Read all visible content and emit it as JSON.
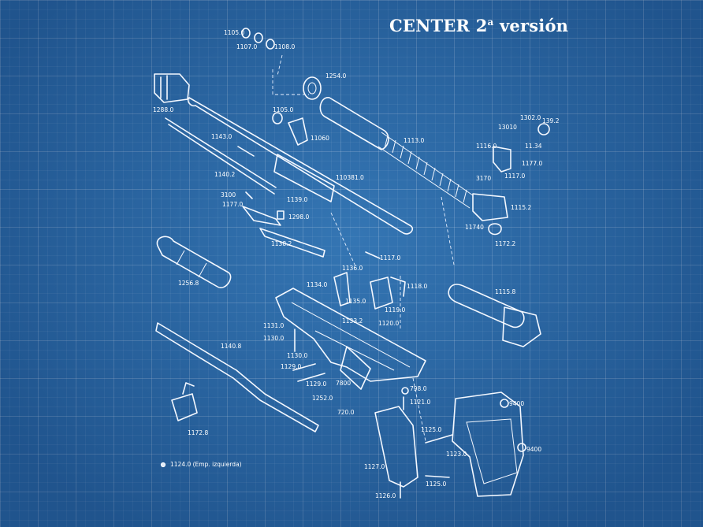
{
  "title": {
    "main": "CENTER 2",
    "sup": "a",
    "suffix": " versión"
  },
  "parts": [
    {
      "id": "p1105a",
      "label": "1105.0"
    },
    {
      "id": "p1107",
      "label": "1107.0"
    },
    {
      "id": "p1108",
      "label": "1108.0"
    },
    {
      "id": "p1254",
      "label": "1254.0"
    },
    {
      "id": "p1288",
      "label": "1288.0"
    },
    {
      "id": "p1105b",
      "label": "1105.0"
    },
    {
      "id": "p1106",
      "label": "11060"
    },
    {
      "id": "p1143",
      "label": "1143.0"
    },
    {
      "id": "p1140",
      "label": "1140.2"
    },
    {
      "id": "p3100",
      "label": "3100"
    },
    {
      "id": "p1177",
      "label": "1177.0"
    },
    {
      "id": "p1139",
      "label": "1139.0"
    },
    {
      "id": "p1103",
      "label": "110381.0"
    },
    {
      "id": "p1298",
      "label": "1298.0"
    },
    {
      "id": "p1113",
      "label": "1113.0"
    },
    {
      "id": "p1302",
      "label": "1302.0"
    },
    {
      "id": "p1392",
      "label": "139.2"
    },
    {
      "id": "p1301",
      "label": "13010"
    },
    {
      "id": "p1116",
      "label": "1116.0"
    },
    {
      "id": "p1134",
      "label": "11.34"
    },
    {
      "id": "p11770",
      "label": "1177.0"
    },
    {
      "id": "p3170",
      "label": "3170"
    },
    {
      "id": "p1117b",
      "label": "1117.0"
    },
    {
      "id": "p11152",
      "label": "1115.2"
    },
    {
      "id": "p1174",
      "label": "11740"
    },
    {
      "id": "p11722",
      "label": "1172.2"
    },
    {
      "id": "p1138",
      "label": "1138.2"
    },
    {
      "id": "p1117",
      "label": "1117.0"
    },
    {
      "id": "p1256",
      "label": "1256.8"
    },
    {
      "id": "p1136",
      "label": "1136.0"
    },
    {
      "id": "p1134b",
      "label": "1134.0"
    },
    {
      "id": "p1135",
      "label": "1135.0"
    },
    {
      "id": "p1118",
      "label": "1118.0"
    },
    {
      "id": "p1119",
      "label": "1119.0"
    },
    {
      "id": "p11158",
      "label": "1115.8"
    },
    {
      "id": "p1133",
      "label": "1133.2"
    },
    {
      "id": "p1120",
      "label": "1120.0"
    },
    {
      "id": "p1131",
      "label": "1131.0"
    },
    {
      "id": "p1130",
      "label": "1130.0"
    },
    {
      "id": "p1140b",
      "label": "1140.8"
    },
    {
      "id": "p1130b",
      "label": "1130.0"
    },
    {
      "id": "p1129",
      "label": "1129.0"
    },
    {
      "id": "p1129b",
      "label": "1129.0"
    },
    {
      "id": "p7800",
      "label": "7800"
    },
    {
      "id": "p7980",
      "label": "798.0"
    },
    {
      "id": "p1252",
      "label": "1252.0"
    },
    {
      "id": "p1121",
      "label": "1121.0"
    },
    {
      "id": "p720",
      "label": "720.0"
    },
    {
      "id": "p9400a",
      "label": "9400"
    },
    {
      "id": "p1172",
      "label": "1172.8"
    },
    {
      "id": "p1125",
      "label": "1125.0"
    },
    {
      "id": "p9400b",
      "label": "9400"
    },
    {
      "id": "p1123",
      "label": "1123.0"
    },
    {
      "id": "p1127",
      "label": "1127.0"
    },
    {
      "id": "p1125b",
      "label": "1125.0"
    },
    {
      "id": "p1126",
      "label": "1126.0"
    }
  ],
  "legend": {
    "text": "1124.0 (Emp. izquierda)"
  }
}
